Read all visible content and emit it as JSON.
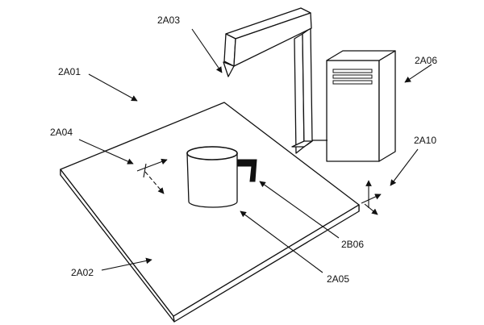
{
  "labels": {
    "workspace": "2A01",
    "table": "2A02",
    "camera": "2A03",
    "table_frame": "2A04",
    "cup": "2A05",
    "computer": "2A06",
    "world_frame": "2A10",
    "cup_handle": "2B06"
  }
}
